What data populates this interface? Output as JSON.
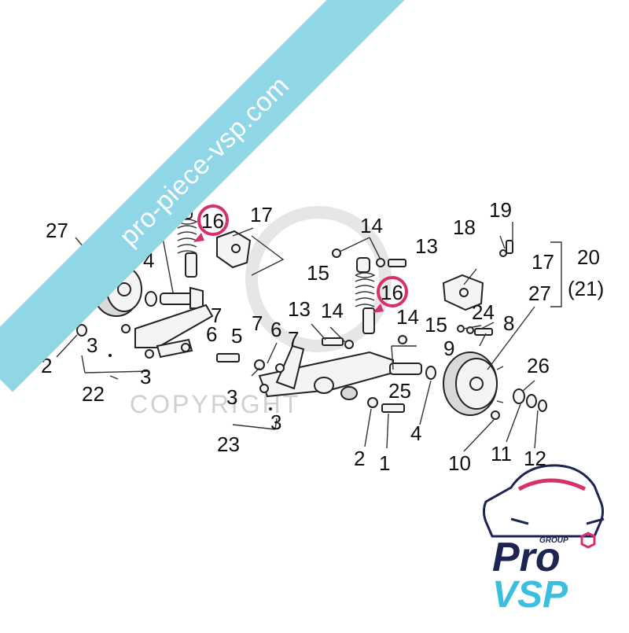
{
  "watermark": {
    "banner_text": "pro-piece-vsp.com",
    "copyright_text": "COPYRIGHT",
    "banner_color": "#8fd6e6"
  },
  "labels": {
    "l1a": "1",
    "l2a": "2",
    "l3a": "3",
    "l3b": "3",
    "l4a": "4",
    "l5": "5",
    "l6a": "6",
    "l7a": "7",
    "l7b": "7",
    "l13a": "13",
    "l13b": "13",
    "l14a": "14",
    "l14b": "14",
    "l14c": "14",
    "l15a": "15",
    "l15b": "15",
    "l16a": "16",
    "l16b": "16",
    "l17a": "17",
    "l17b": "17",
    "l18": "18",
    "l19": "19",
    "l20": "20",
    "l21": "(21)",
    "l22": "22",
    "l23": "23",
    "l24": "24",
    "l25a": "25",
    "l25b": "25",
    "l26": "26",
    "l27a": "27",
    "l27b": "27",
    "l6b": "6",
    "l7c": "7",
    "l8": "8",
    "l9": "9",
    "l3c": "3",
    "l3d": "3",
    "l1b": "1",
    "l2b": "2",
    "l4b": "4",
    "l10": "10",
    "l11": "11",
    "l12": "12"
  },
  "logo": {
    "group_text": "GROUP",
    "pro_text": "Pro",
    "vsp_text": "VSP",
    "pink": "#d6306e",
    "navy": "#1d2450",
    "cyan": "#3bbfe0"
  },
  "colors": {
    "highlight": "#d6306e"
  }
}
